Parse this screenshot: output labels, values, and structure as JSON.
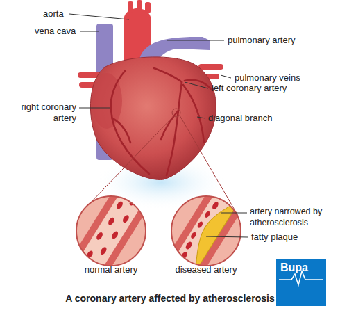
{
  "diagram": {
    "caption": "A coronary artery affected by atherosclerosis",
    "nodes": [
      {
        "text": [
          "Bupa"
        ]
      }
    ],
    "labels": [
      "aorta",
      "vena cava",
      "pulmonary artery",
      "pulmonary veins",
      "left coronary artery",
      "right coronary artery",
      "diagonal branch",
      "artery narrowed by atherosclerosis",
      "fatty plaque",
      "normal artery",
      "diseased artery"
    ]
  }
}
